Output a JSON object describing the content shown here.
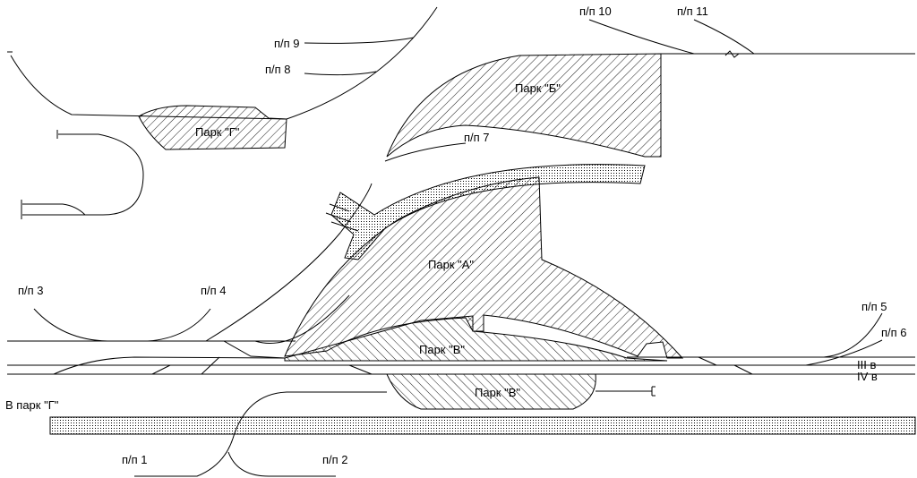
{
  "colors": {
    "line": "#000000",
    "background": "#ffffff"
  },
  "parks": {
    "a": "Парк \"А\"",
    "b": "Парк \"Б\"",
    "v_upper": "Парк \"В\"",
    "v_lower": "Парк \"В\"",
    "g": "Парк \"Г\""
  },
  "sidings": {
    "pp1": "п/п 1",
    "pp2": "п/п 2",
    "pp3": "п/п 3",
    "pp4": "п/п 4",
    "pp5": "п/п 5",
    "pp6": "п/п 6",
    "pp7": "п/п 7",
    "pp8": "п/п 8",
    "pp9": "п/п 9",
    "pp10": "п/п 10",
    "pp11": "п/п 11"
  },
  "tracks": {
    "iii": "III в",
    "iv": "IV в"
  },
  "misc": {
    "to_park_g": "В парк \"Г\""
  }
}
